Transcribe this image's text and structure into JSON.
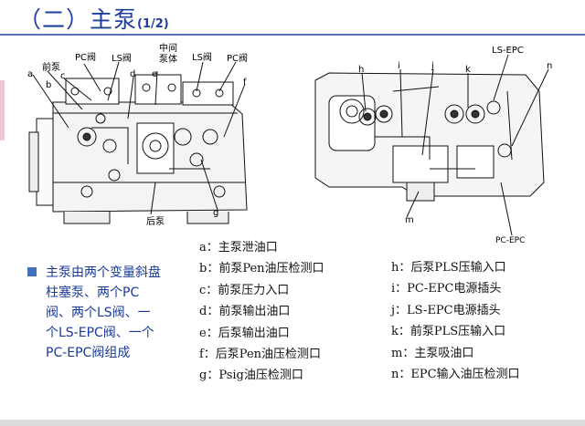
{
  "title": {
    "main": "（二）主泵",
    "page": "(1/2)"
  },
  "left_pump_labels": {
    "a": "a",
    "b": "b",
    "c": "c",
    "d": "d",
    "e": "e",
    "f": "f",
    "g": "g",
    "front_pump": "前泵",
    "pc_valve_1": "PC阀",
    "ls_valve_1": "LS阀",
    "middle_body": "中间\n泵体",
    "ls_valve_2": "LS阀",
    "pc_valve_2": "PC阀",
    "rear_pump": "后泵"
  },
  "right_pump_labels": {
    "h": "h",
    "i": "i",
    "j": "j",
    "k": "k",
    "m": "m",
    "n": "n",
    "ls_epc": "LS-EPC",
    "pc_epc": "PC-EPC"
  },
  "bullet_text": "主泵由两个变量斜盘柱塞泵、两个PC阀、两个LS阀、一个LS-EPC阀、一个PC-EPC阀组成",
  "legend_left": [
    "a：主泵泄油口",
    "b：前泵Pen油压检测口",
    "c：前泵压力入口",
    "d：前泵输出油口",
    "e：后泵输出油口",
    "f：后泵Pen油压检测口",
    "g：Psig油压检测口"
  ],
  "legend_right": [
    "h：后泵PLS压输入口",
    "i：PC-EPC电源插头",
    "j：LS-EPC电源插头",
    "k：前泵PLS压输入口",
    "m：主泵吸油口",
    "n：EPC输入油压检测口"
  ]
}
